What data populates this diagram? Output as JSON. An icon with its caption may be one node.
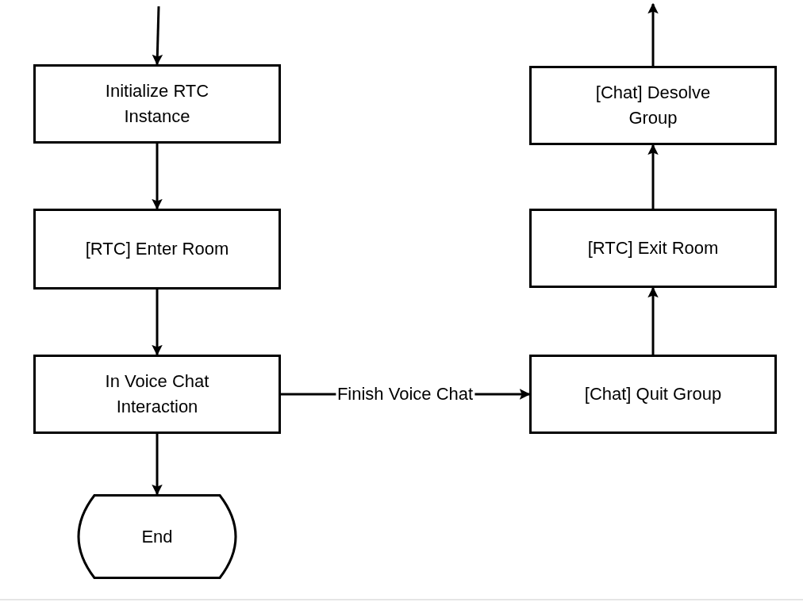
{
  "diagram": {
    "nodes": [
      {
        "text": [
          "Initialize RTC Instance"
        ]
      },
      {
        "text": [
          "[RTC] Enter Room"
        ]
      },
      {
        "text": [
          "In Voice Chat Interaction"
        ]
      },
      {
        "text": [
          "End"
        ]
      },
      {
        "text": [
          "[Chat] Desolve Group"
        ]
      },
      {
        "text": [
          "[RTC] Exit Room"
        ]
      },
      {
        "text": [
          "[Chat] Quit Group"
        ]
      }
    ],
    "edges": [
      {
        "from": null,
        "to": 0,
        "arrow": "to"
      },
      {
        "from": 0,
        "to": 1,
        "arrow": "to"
      },
      {
        "from": 1,
        "to": 2,
        "arrow": "to"
      },
      {
        "from": 2,
        "to": 3,
        "arrow": "to"
      },
      {
        "from": 2,
        "to": 6,
        "arrow": "to",
        "label": "Finish Voice Chat"
      },
      {
        "from": 6,
        "to": 5,
        "arrow": "to"
      },
      {
        "from": 5,
        "to": 4,
        "arrow": "to"
      },
      {
        "from": 4,
        "to": null,
        "arrow": "to"
      }
    ]
  }
}
